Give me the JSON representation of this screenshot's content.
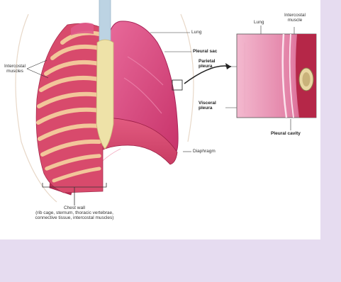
{
  "labels": {
    "intercostal_muscles_left": [
      "Intercostal",
      "muscles"
    ],
    "lung": "Lung",
    "pleural_sac": "Pleural sac",
    "parietal_pleura": [
      "Parietal",
      "pleura"
    ],
    "visceral_pleura": [
      "Visceral",
      "pleura"
    ],
    "diaphragm": "Diaphragm",
    "inset_lung": "Lung",
    "inset_intercostal": [
      "Intercostal",
      "muscle"
    ],
    "pleural_cavity": "Pleural cavity",
    "chest_wall_title": "Chest wall",
    "chest_wall_detail_1": "(rib cage, sternum, thoracic vertebrae,",
    "chest_wall_detail_2": "connective tissue, intercostal muscles)"
  },
  "colors": {
    "background": "#e6dcf0",
    "panel": "#ffffff",
    "lung": "#d9457a",
    "rib": "#f2c69a",
    "muscle": "#d43a63",
    "trachea": "#bcd3e3",
    "sternum": "#eee2a8"
  }
}
